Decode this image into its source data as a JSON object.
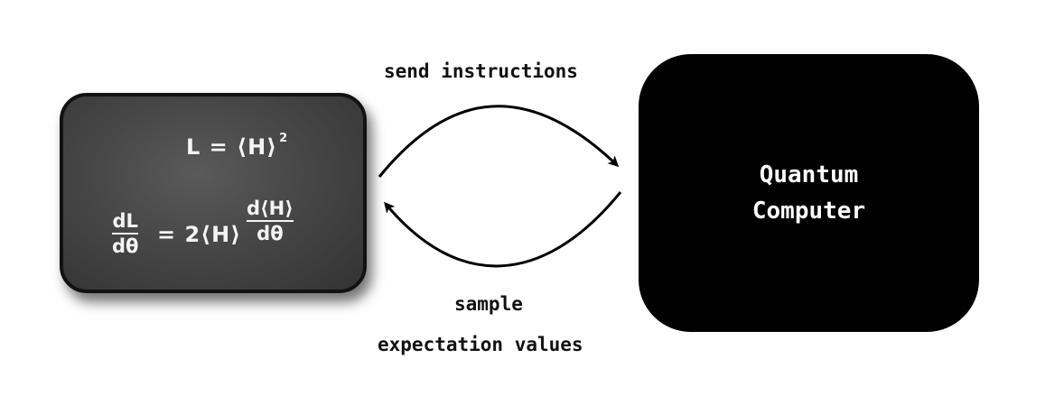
{
  "chalkboard": {
    "equation_1": {
      "lhs": "L = ⟨H⟩",
      "exponent": "2"
    },
    "equation_2": {
      "lhs_numerator": "dL",
      "lhs_denominator": "dθ",
      "middle": "= 2⟨H⟩",
      "rhs_numerator": "d⟨H⟩",
      "rhs_denominator": "dθ"
    }
  },
  "quantum_computer": {
    "line_1": "Quantum",
    "line_2": "Computer"
  },
  "arrows": {
    "top_label": "send instructions",
    "bottom_label_line_1": "sample",
    "bottom_label_line_2": "expectation values"
  },
  "colors": {
    "chalkboard": "#474747",
    "chalk": "#f4f4f4",
    "quantum_box": "#000000",
    "arrow": "#000000"
  }
}
